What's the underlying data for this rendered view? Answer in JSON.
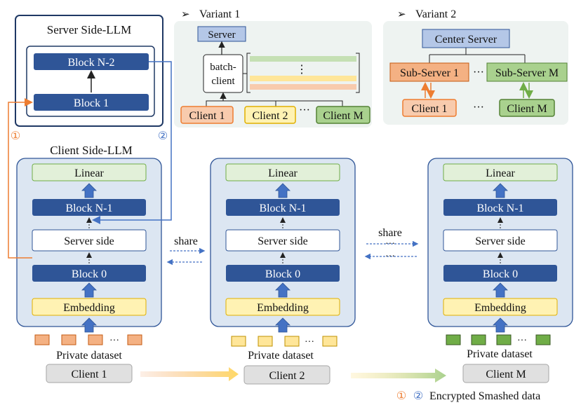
{
  "server_panel": {
    "title": "Server Side-LLM",
    "block_top": "Block N-2",
    "block_bottom": "Block 1"
  },
  "variant1": {
    "title": "Variant 1",
    "server": "Server",
    "batch_line1": "batch-",
    "batch_line2": "client",
    "ellipsis": "⋮",
    "clients": [
      "Client 1",
      "Client 2",
      "Client M"
    ],
    "dots": "···"
  },
  "variant2": {
    "title": "Variant 2",
    "center": "Center Server",
    "sub1": "Sub-Server 1",
    "subM": "Sub-Server M",
    "client1": "Client 1",
    "clientM": "Client M",
    "dots": "···"
  },
  "client_side_title": "Client Side-LLM",
  "stacks": {
    "linear": "Linear",
    "block_n1": "Block N-1",
    "server_side": "Server side",
    "block_0": "Block 0",
    "embedding": "Embedding"
  },
  "share_label": "share",
  "private_dataset": "Private dataset",
  "clients": [
    "Client 1",
    "Client 2",
    "Client M"
  ],
  "markers": {
    "one": "①",
    "two": "②"
  },
  "legend": {
    "one": "①",
    "two": "②",
    "text": "Encrypted Smashed data"
  },
  "colors": {
    "dark_block": "#2f5597",
    "light_panel": "#dce6f2",
    "linear_fill": "#e2f0d9",
    "embed_fill": "#fff2b3",
    "orange": "#ed7d31",
    "blue_line": "#4472c4",
    "green": "#70ad47",
    "variant_bg": "#eef3f1"
  }
}
